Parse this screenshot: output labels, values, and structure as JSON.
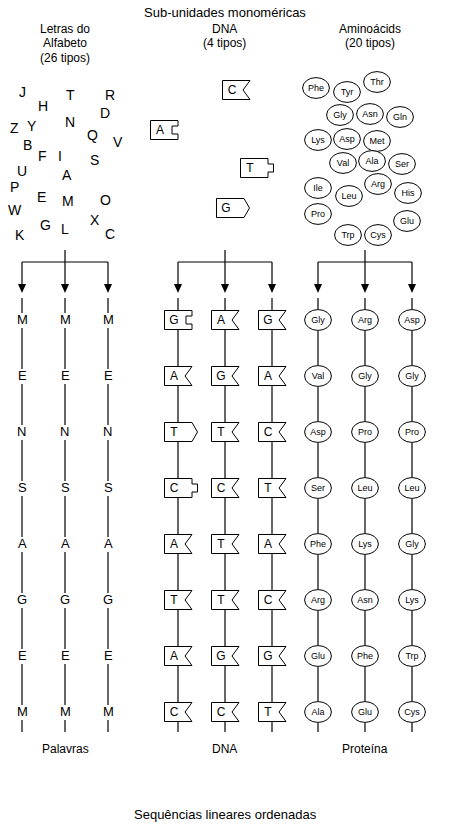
{
  "diagram": {
    "title": "Sub-unidades monoméricas",
    "caption": "Sequências lineares ordenadas",
    "nodes": [
      {
        "text": [
          "C"
        ]
      },
      {
        "text": [
          "A"
        ]
      },
      {
        "text": [
          "T"
        ]
      },
      {
        "text": [
          "G"
        ]
      },
      {
        "text": [
          "Phe"
        ]
      },
      {
        "text": [
          "Tyr"
        ]
      },
      {
        "text": [
          "Thr"
        ]
      },
      {
        "text": [
          "Gly"
        ]
      },
      {
        "text": [
          "Asn"
        ]
      },
      {
        "text": [
          "Gln"
        ]
      },
      {
        "text": [
          "Lys"
        ]
      },
      {
        "text": [
          "Asp"
        ]
      },
      {
        "text": [
          "Met"
        ]
      },
      {
        "text": [
          "Val"
        ]
      },
      {
        "text": [
          "Ala"
        ]
      },
      {
        "text": [
          "Ser"
        ]
      },
      {
        "text": [
          "Ile"
        ]
      },
      {
        "text": [
          "Arg"
        ]
      },
      {
        "text": [
          "Leu"
        ]
      },
      {
        "text": [
          "His"
        ]
      },
      {
        "text": [
          "Pro"
        ]
      },
      {
        "text": [
          "Glu"
        ]
      },
      {
        "text": [
          "Trp"
        ]
      },
      {
        "text": [
          "Cys"
        ]
      },
      {
        "text": [
          "G"
        ]
      },
      {
        "text": [
          "A"
        ]
      },
      {
        "text": [
          "T"
        ]
      },
      {
        "text": [
          "C"
        ]
      },
      {
        "text": [
          "A"
        ]
      },
      {
        "text": [
          "T"
        ]
      },
      {
        "text": [
          "A"
        ]
      },
      {
        "text": [
          "C"
        ]
      },
      {
        "text": [
          "A"
        ]
      },
      {
        "text": [
          "G"
        ]
      },
      {
        "text": [
          "T"
        ]
      },
      {
        "text": [
          "C"
        ]
      },
      {
        "text": [
          "T"
        ]
      },
      {
        "text": [
          "T"
        ]
      },
      {
        "text": [
          "G"
        ]
      },
      {
        "text": [
          "C"
        ]
      },
      {
        "text": [
          "G"
        ]
      },
      {
        "text": [
          "A"
        ]
      },
      {
        "text": [
          "C"
        ]
      },
      {
        "text": [
          "T"
        ]
      },
      {
        "text": [
          "A"
        ]
      },
      {
        "text": [
          "C"
        ]
      },
      {
        "text": [
          "G"
        ]
      },
      {
        "text": [
          "T"
        ]
      },
      {
        "text": [
          "Gly"
        ]
      },
      {
        "text": [
          "Val"
        ]
      },
      {
        "text": [
          "Asp"
        ]
      },
      {
        "text": [
          "Ser"
        ]
      },
      {
        "text": [
          "Phe"
        ]
      },
      {
        "text": [
          "Arg"
        ]
      },
      {
        "text": [
          "Glu"
        ]
      },
      {
        "text": [
          "Ala"
        ]
      },
      {
        "text": [
          "Arg"
        ]
      },
      {
        "text": [
          "Gly"
        ]
      },
      {
        "text": [
          "Pro"
        ]
      },
      {
        "text": [
          "Leu"
        ]
      },
      {
        "text": [
          "Lys"
        ]
      },
      {
        "text": [
          "Asn"
        ]
      },
      {
        "text": [
          "Phe"
        ]
      },
      {
        "text": [
          "Glu"
        ]
      },
      {
        "text": [
          "Asp"
        ]
      },
      {
        "text": [
          "Gly"
        ]
      },
      {
        "text": [
          "Pro"
        ]
      },
      {
        "text": [
          "Leu"
        ]
      },
      {
        "text": [
          "Gly"
        ]
      },
      {
        "text": [
          "Lys"
        ]
      },
      {
        "text": [
          "Trp"
        ]
      },
      {
        "text": [
          "Cys"
        ]
      }
    ],
    "edges": [
      {
        "from": 24,
        "to": 25,
        "arrow": "none"
      },
      {
        "from": 25,
        "to": 26,
        "arrow": "none"
      },
      {
        "from": 26,
        "to": 27,
        "arrow": "none"
      },
      {
        "from": 27,
        "to": 28,
        "arrow": "none"
      },
      {
        "from": 28,
        "to": 29,
        "arrow": "none"
      },
      {
        "from": 29,
        "to": 30,
        "arrow": "none"
      },
      {
        "from": 30,
        "to": 31,
        "arrow": "none"
      },
      {
        "from": 32,
        "to": 33,
        "arrow": "none"
      },
      {
        "from": 33,
        "to": 34,
        "arrow": "none"
      },
      {
        "from": 34,
        "to": 35,
        "arrow": "none"
      },
      {
        "from": 35,
        "to": 36,
        "arrow": "none"
      },
      {
        "from": 36,
        "to": 37,
        "arrow": "none"
      },
      {
        "from": 37,
        "to": 38,
        "arrow": "none"
      },
      {
        "from": 38,
        "to": 39,
        "arrow": "none"
      },
      {
        "from": 40,
        "to": 41,
        "arrow": "none"
      },
      {
        "from": 41,
        "to": 42,
        "arrow": "none"
      },
      {
        "from": 42,
        "to": 43,
        "arrow": "none"
      },
      {
        "from": 43,
        "to": 44,
        "arrow": "none"
      },
      {
        "from": 44,
        "to": 45,
        "arrow": "none"
      },
      {
        "from": 45,
        "to": 46,
        "arrow": "none"
      },
      {
        "from": 46,
        "to": 47,
        "arrow": "none"
      },
      {
        "from": 48,
        "to": 49,
        "arrow": "none"
      },
      {
        "from": 49,
        "to": 50,
        "arrow": "none"
      },
      {
        "from": 50,
        "to": 51,
        "arrow": "none"
      },
      {
        "from": 51,
        "to": 52,
        "arrow": "none"
      },
      {
        "from": 52,
        "to": 53,
        "arrow": "none"
      },
      {
        "from": 53,
        "to": 54,
        "arrow": "none"
      },
      {
        "from": 54,
        "to": 55,
        "arrow": "none"
      },
      {
        "from": 56,
        "to": 57,
        "arrow": "none"
      },
      {
        "from": 57,
        "to": 58,
        "arrow": "none"
      },
      {
        "from": 58,
        "to": 59,
        "arrow": "none"
      },
      {
        "from": 59,
        "to": 60,
        "arrow": "none"
      },
      {
        "from": 60,
        "to": 61,
        "arrow": "none"
      },
      {
        "from": 61,
        "to": 62,
        "arrow": "none"
      },
      {
        "from": 62,
        "to": 63,
        "arrow": "none"
      },
      {
        "from": 64,
        "to": 65,
        "arrow": "none"
      },
      {
        "from": 65,
        "to": 66,
        "arrow": "none"
      },
      {
        "from": 66,
        "to": 67,
        "arrow": "none"
      },
      {
        "from": 67,
        "to": 68,
        "arrow": "none"
      },
      {
        "from": 68,
        "to": 69,
        "arrow": "none"
      },
      {
        "from": 69,
        "to": 70,
        "arrow": "none"
      },
      {
        "from": 70,
        "to": 71,
        "arrow": "none"
      }
    ],
    "labels": [
      "Letras do Alfabeto",
      "(26 tipos)",
      "DNA",
      "(4 tipos)",
      "Aminoácids",
      "(20 tipos)",
      "J",
      "T",
      "R",
      "H",
      "D",
      "Z",
      "Y",
      "N",
      "Q",
      "B",
      "V",
      "F",
      "I",
      "S",
      "U",
      "A",
      "P",
      "E",
      "M",
      "O",
      "W",
      "X",
      "G",
      "L",
      "K",
      "C",
      "M",
      "M",
      "M",
      "E",
      "E",
      "E",
      "N",
      "N",
      "N",
      "S",
      "S",
      "S",
      "A",
      "A",
      "A",
      "G",
      "G",
      "G",
      "E",
      "E",
      "E",
      "M",
      "M",
      "M",
      "Palavras",
      "DNA",
      "Proteína"
    ]
  }
}
